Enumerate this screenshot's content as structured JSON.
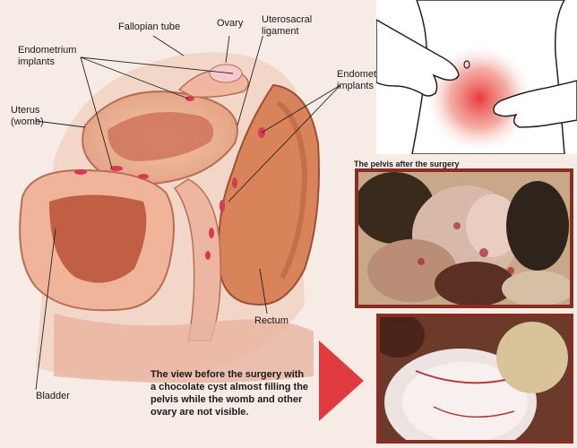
{
  "labels": {
    "fallopian_tube": "Fallopian tube",
    "ovary": "Ovary",
    "uterosacral_ligament": "Uterosacral\nligament",
    "endometrium_implants_left": "Endometrium\nimplants",
    "endometrium_implants_right": "Endometrium\nimplants",
    "uterus": "Uterus\n(womb)",
    "rectum": "Rectum",
    "bladder": "Bladder"
  },
  "photos": {
    "after_title": "The pelvis after the surgery"
  },
  "caption": "The view before the surgery with\na chocolate cyst almost filling the\npelvis while the womb and other\novary are not visible.",
  "colors": {
    "background": "#f6ebe5",
    "tissue": "#e8a98a",
    "implant": "#d63a55",
    "photo_frame": "#8a2d22",
    "arrow": "#e03a3e",
    "pain_glow": "#e83a3a"
  },
  "icons": {
    "arrow": "red-triangle-arrow"
  }
}
